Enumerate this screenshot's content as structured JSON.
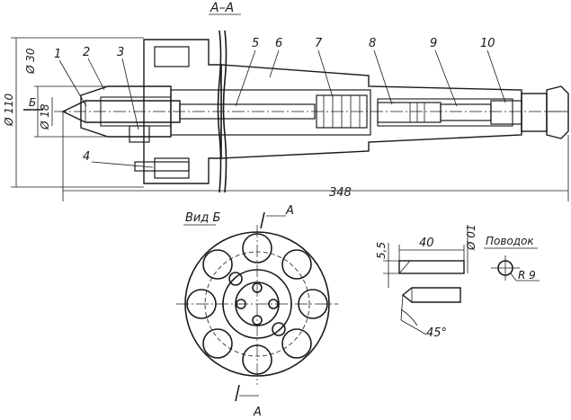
{
  "section_title": "А–А",
  "view_title": "Вид Б",
  "section_marks": [
    "А",
    "А"
  ],
  "view_mark": "Б",
  "part_numbers": [
    "1",
    "2",
    "3",
    "4",
    "5",
    "6",
    "7",
    "8",
    "9",
    "10"
  ],
  "dimensions": {
    "dia_110": "Ø 110",
    "dia_30": "Ø 30",
    "dia_18": "Ø 18",
    "length_348": "348",
    "len_40": "40",
    "height_5_5": "5,5",
    "dia_01": "Ø 01",
    "radius_9": "R 9",
    "angle_45": "45°"
  },
  "detail_title": "Поводок",
  "colors": {
    "ink": "#1a1a1a",
    "paper": "#ffffff"
  }
}
